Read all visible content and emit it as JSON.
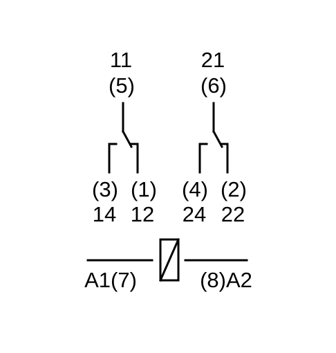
{
  "contacts": [
    {
      "common_terminal": "11",
      "common_pin": "(5)",
      "no_pin": "(3)",
      "no_terminal": "14",
      "nc_pin": "(1)",
      "nc_terminal": "12"
    },
    {
      "common_terminal": "21",
      "common_pin": "(6)",
      "no_pin": "(4)",
      "no_terminal": "24",
      "nc_pin": "(2)",
      "nc_terminal": "22"
    }
  ],
  "coil": {
    "left_label": "A1(7)",
    "right_label": "(8)A2"
  },
  "colors": {
    "line": "#000000",
    "background": "#ffffff"
  }
}
